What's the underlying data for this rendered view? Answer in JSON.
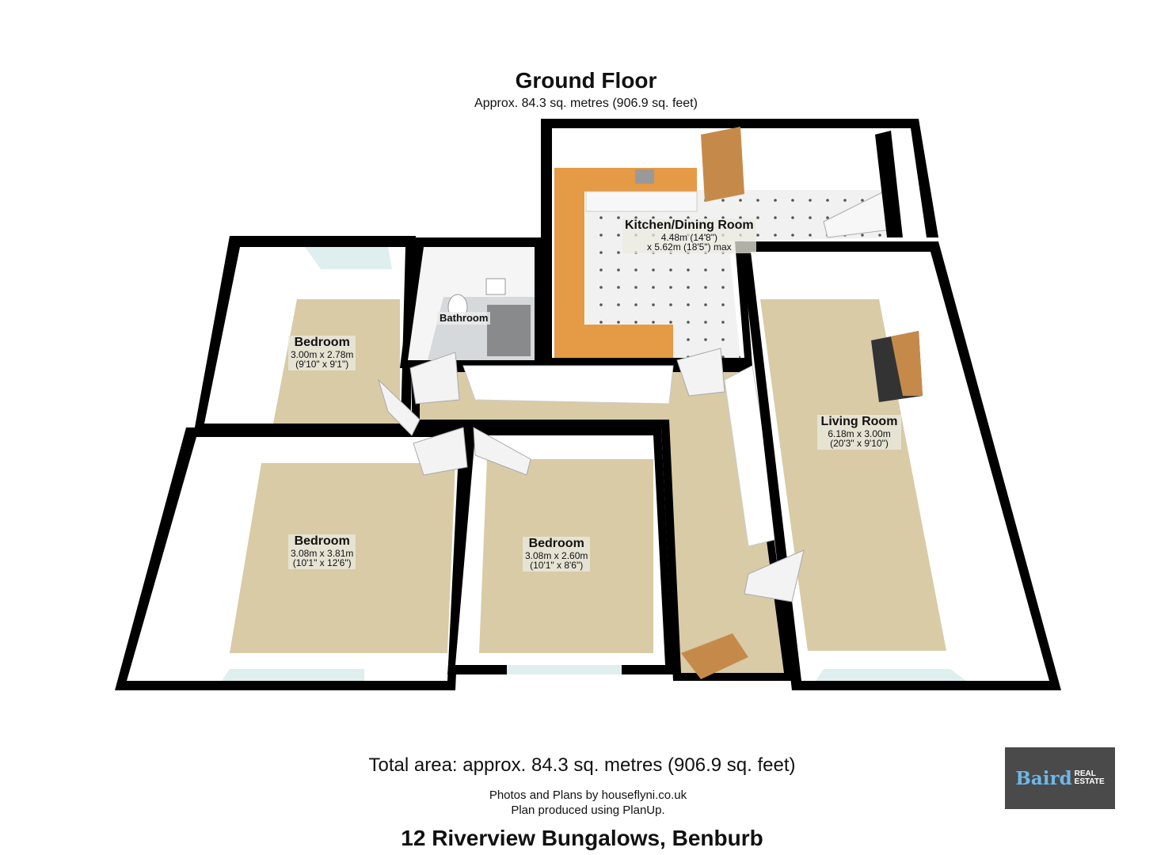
{
  "header": {
    "title": "Ground Floor",
    "subtitle": "Approx. 84.3 sq. metres (906.9 sq. feet)"
  },
  "rooms": [
    {
      "name": "Kitchen/Dining Room",
      "dim1": "4.48m (14'8\")",
      "dim2": "x 5.62m (18'5\") max"
    },
    {
      "name": "Bathroom"
    },
    {
      "name": "Bedroom",
      "dim1": "3.00m x 2.78m",
      "dim2": "(9'10\" x 9'1\")"
    },
    {
      "name": "Living Room",
      "dim1": "6.18m x 3.00m",
      "dim2": "(20'3\" x 9'10\")"
    },
    {
      "name": "Bedroom",
      "dim1": "3.08m x 3.81m",
      "dim2": "(10'1\" x 12'6\")"
    },
    {
      "name": "Bedroom",
      "dim1": "3.08m x 2.60m",
      "dim2": "(10'1\" x 8'6\")"
    }
  ],
  "footer": {
    "total": "Total area: approx. 84.3 sq. metres (906.9 sq. feet)",
    "credit1": "Photos and Plans by houseflyni.co.uk",
    "credit2": "Plan produced using PlanUp.",
    "address": "12 Riverview Bungalows, Benburb"
  },
  "logo": {
    "brand": "Baird",
    "line1": "REAL",
    "line2": "ESTATE"
  },
  "colors": {
    "carpet": "#d8cba6",
    "worktop": "#e59a45",
    "wall": "#000000",
    "door": "#c58a4a"
  }
}
